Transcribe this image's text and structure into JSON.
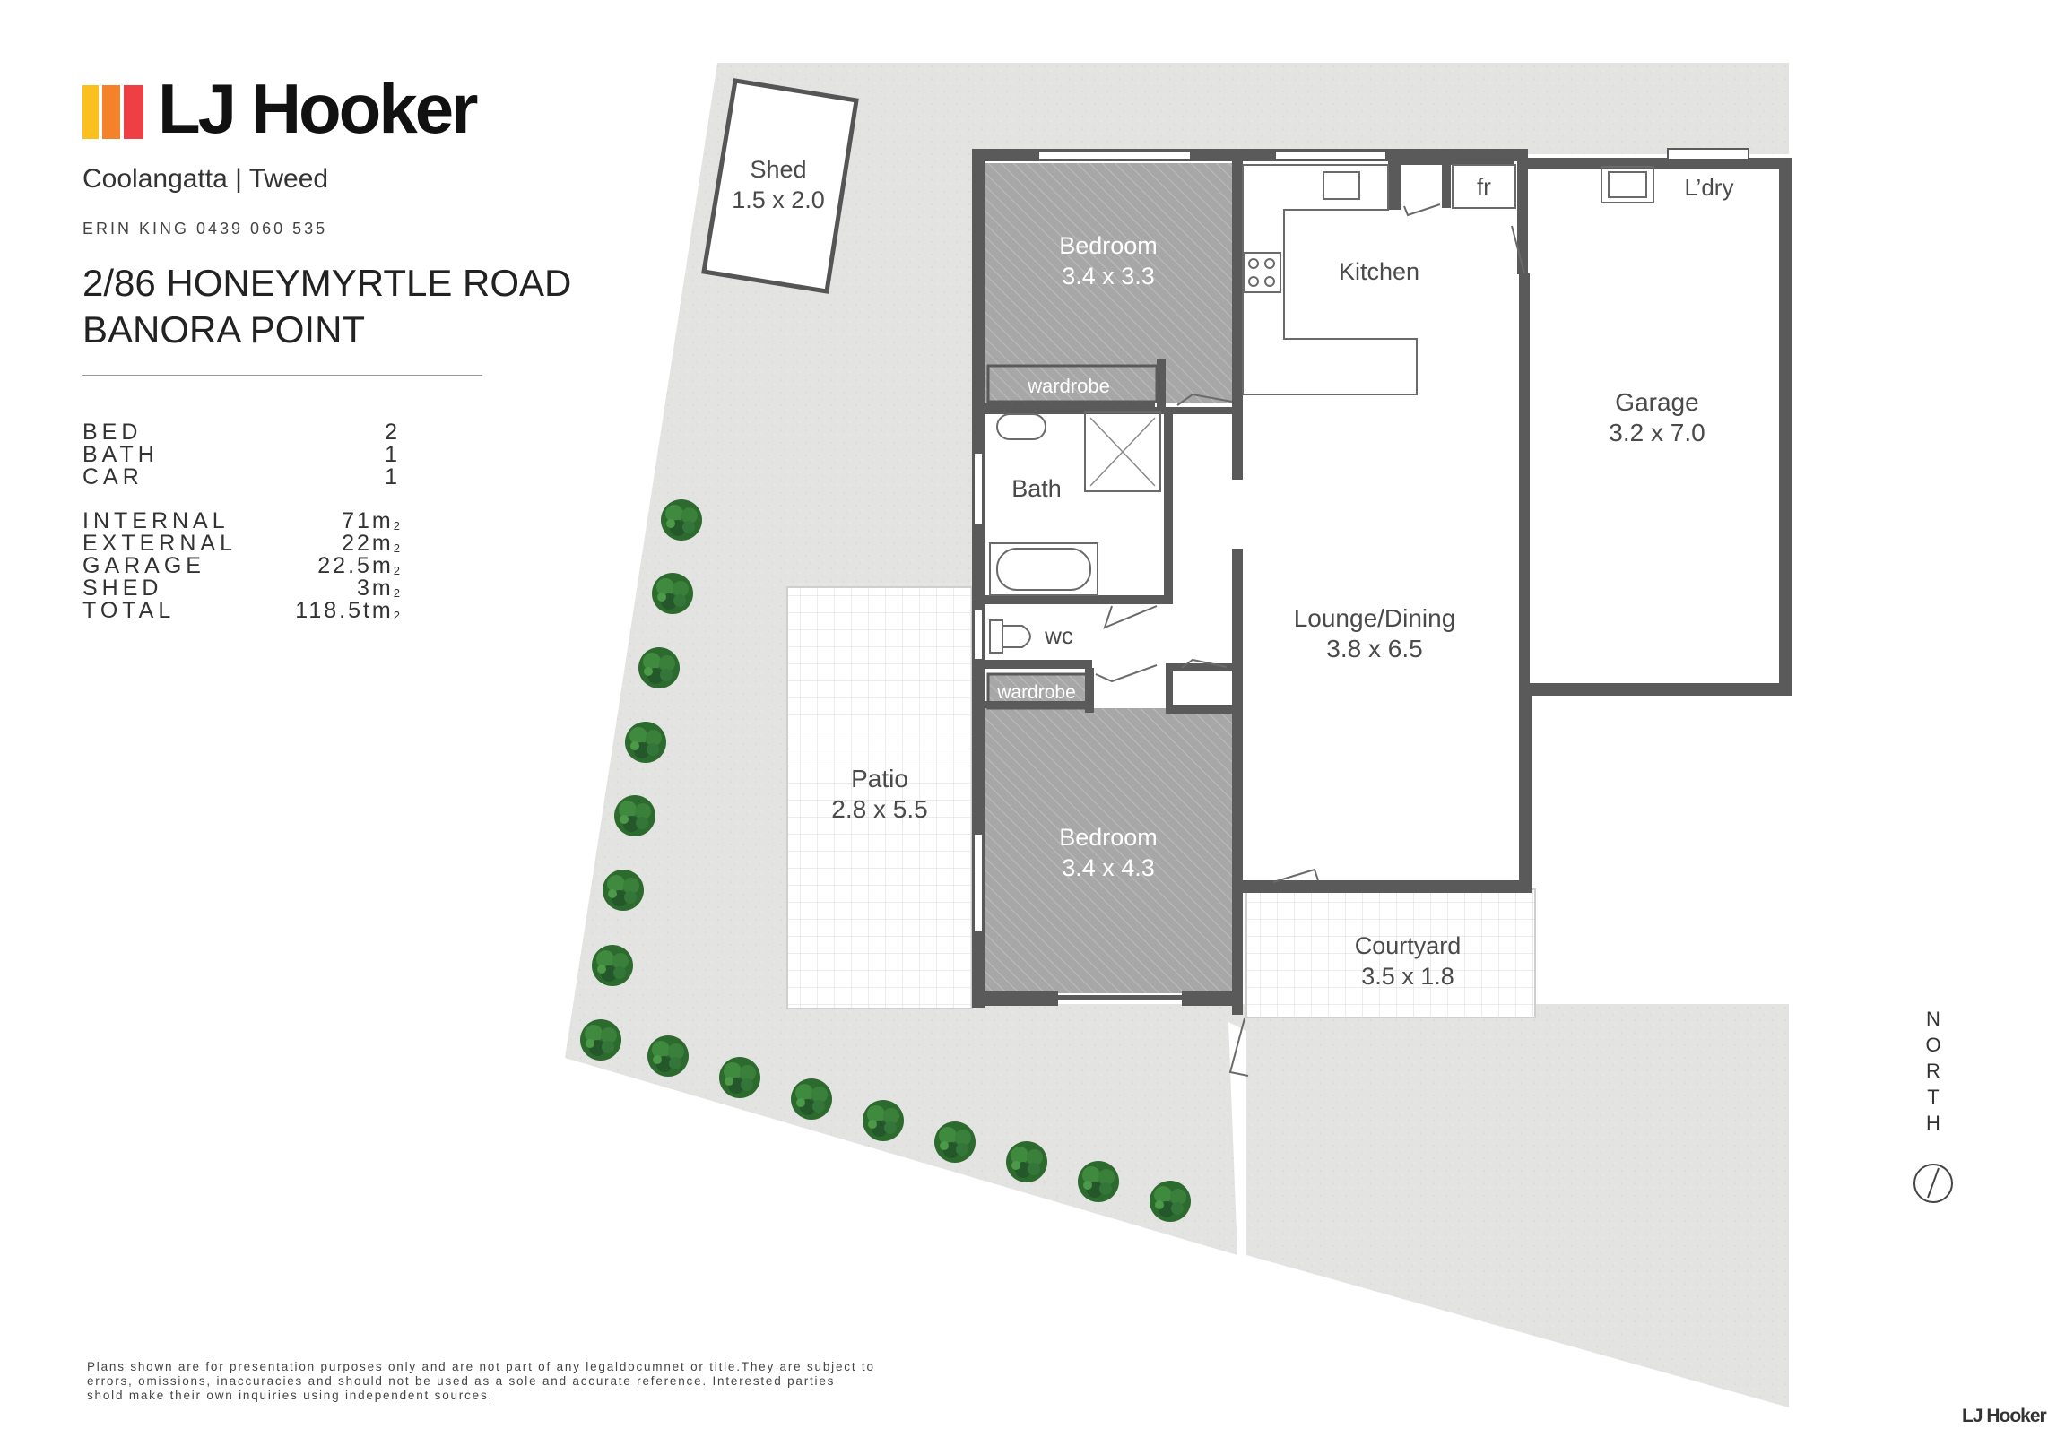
{
  "brand": {
    "name": "LJ Hooker",
    "office": "Coolangatta | Tweed",
    "agent": "ERIN KING 0439 060 535",
    "colors": {
      "yellow": "#f9c01e",
      "orange": "#f4822a",
      "red": "#ee3f45"
    }
  },
  "address": {
    "line1": "2/86 HONEYMYRTLE ROAD",
    "line2": "BANORA POINT"
  },
  "stats": {
    "bed": {
      "label": "BED",
      "value": "2"
    },
    "bath": {
      "label": "BATH",
      "value": "1"
    },
    "car": {
      "label": "CAR",
      "value": "1"
    },
    "internal": {
      "label": "INTERNAL",
      "value": "71m",
      "unit": "2"
    },
    "external": {
      "label": "EXTERNAL",
      "value": "22m",
      "unit": "2"
    },
    "garage": {
      "label": "GARAGE",
      "value": "22.5m",
      "unit": "2"
    },
    "shed": {
      "label": "SHED",
      "value": "3m",
      "unit": "2"
    },
    "total": {
      "label": "TOTAL",
      "value": "118.5tm",
      "unit": "2"
    }
  },
  "rooms": {
    "shed": {
      "name": "Shed",
      "size": "1.5 x 2.0"
    },
    "bedroom1": {
      "name": "Bedroom",
      "size": "3.4 x 3.3"
    },
    "wardrobe1": {
      "name": "wardrobe"
    },
    "kitchen": {
      "name": "Kitchen"
    },
    "fridge": {
      "name": "fr"
    },
    "laundry": {
      "name": "L’dry"
    },
    "garage": {
      "name": "Garage",
      "size": "3.2 x 7.0"
    },
    "bath": {
      "name": "Bath"
    },
    "wc": {
      "name": "wc"
    },
    "wardrobe2": {
      "name": "wardrobe"
    },
    "lounge": {
      "name": "Lounge/Dining",
      "size": "3.8 x 6.5"
    },
    "patio": {
      "name": "Patio",
      "size": "2.8 x 5.5"
    },
    "bedroom2": {
      "name": "Bedroom",
      "size": "3.4 x 4.3"
    },
    "courtyard": {
      "name": "Courtyard",
      "size": "3.5 x 1.8"
    }
  },
  "north": [
    "N",
    "O",
    "R",
    "T",
    "H"
  ],
  "disclaimer": [
    "Plans shown are for presentation purposes only and are not part of any legaldocumnet or title.They are subject to",
    "errors, omissions, inaccuracies and should not be used as a sole and accurate reference. Interested parties",
    "shold make their own inquiries using independent sources."
  ],
  "colors": {
    "wall": "#5a5a5a",
    "yard": "#e3e3e1",
    "bedroom_fill": "#a9a9a9",
    "tree": "#2f6d2f"
  }
}
